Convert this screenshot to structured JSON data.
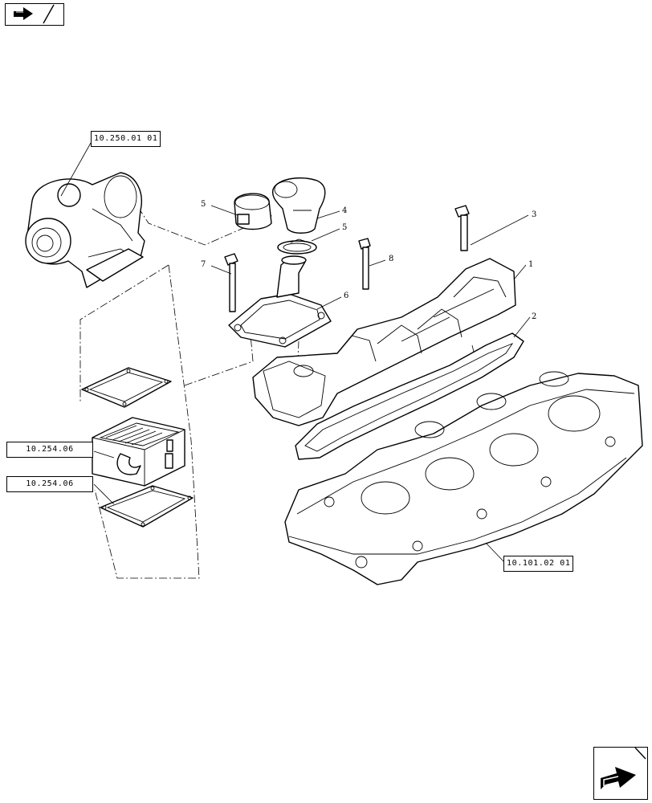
{
  "navigation": {
    "previous_icon": "arrow-previous-icon",
    "next_icon": "arrow-next-icon"
  },
  "reference_boxes": {
    "turbocharger": "10.250.01 01",
    "cooler": "10.254.06",
    "gasket": "10.254.06",
    "cylinder_head": "10.101.02 01"
  },
  "callouts": {
    "c1": "1",
    "c2": "2",
    "c3": "3",
    "c4": "4",
    "c5a": "5",
    "c5b": "5",
    "c6": "6",
    "c7": "7",
    "c8": "8"
  }
}
